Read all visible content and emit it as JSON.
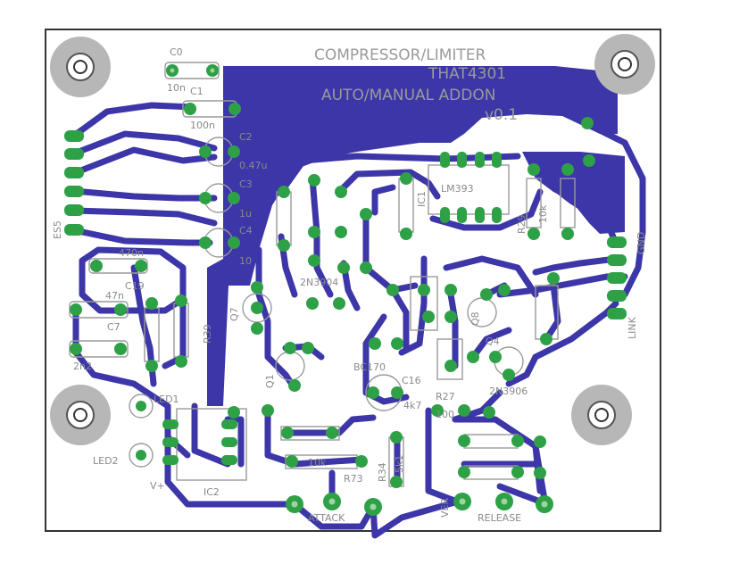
{
  "board": {
    "title_lines": [
      "COMPRESSOR/LIMITER",
      "THAT4301",
      "AUTO/MANUAL ADDON",
      "v0.1"
    ],
    "colors": {
      "trace": "#3c36a8",
      "pad": "#2ea046",
      "silkscreen": "#9a9a9a",
      "outline": "#333333",
      "mount_hole": "#b7b7b7"
    }
  },
  "labels": {
    "c0": "C0",
    "c0_val": "10n",
    "c1": "C1",
    "c1_val": "100n",
    "c2": "C2",
    "c2_val": "0.47u",
    "c3": "C3",
    "c3_val": "1u",
    "c4": "C4",
    "c4_val": "10",
    "es5": "ES5",
    "c_470n": "470n",
    "c19": "C19",
    "c_47n": "47n",
    "c7": "C7",
    "c_2n2": "2n2",
    "r39": "R39",
    "led1": "LED1",
    "led2": "LED2",
    "ic1": "IC1",
    "lm": "LM393",
    "r29": "R29",
    "r29_val": "10k",
    "q7": "Q7",
    "q1": "Q1",
    "q8": "Q8",
    "q4": "Q4",
    "part_2n3904": "2N3904",
    "part_2n3906": "2N3906",
    "bc": "BC170",
    "c16": "C16",
    "gnd": "GND",
    "link": "LINK",
    "r34": "R34",
    "r34_val": "5k1",
    "r73": "R73",
    "r27": "R27",
    "res_4k7": "4k7",
    "res_10k": "10k",
    "res_100": "100",
    "attack": "ATTACK",
    "release": "RELEASE",
    "ic2": "IC2",
    "vplus": "V+",
    "ver": "VER"
  },
  "icons": [
    "mount-hole-icon",
    "pad-icon",
    "trace-icon"
  ]
}
